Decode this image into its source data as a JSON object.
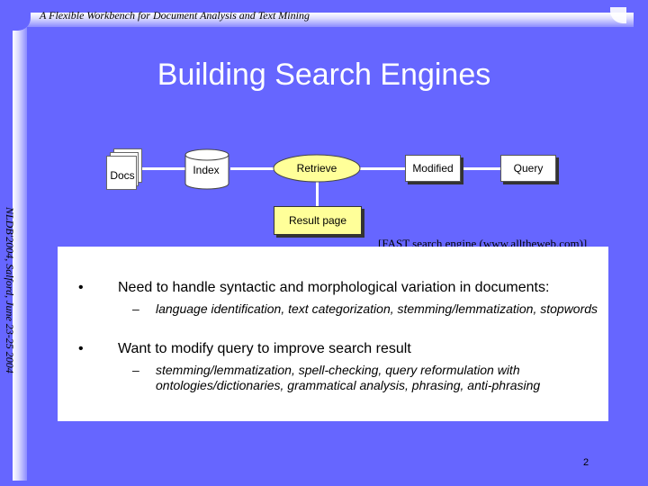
{
  "header": {
    "text": "A Flexible Workbench for Document Analysis and Text Mining"
  },
  "side": {
    "text": "NLDB'2004, Salford, June 23-25 2004"
  },
  "title": "Building Search Engines",
  "diagram": {
    "docs": "Docs",
    "index": "Index",
    "retrieve": "Retrieve",
    "modified": "Modified",
    "query": "Query",
    "result_page": "Result page",
    "caption": "[FAST search engine (www.alltheweb.com)]"
  },
  "bullets": [
    {
      "symbol": "•",
      "text": "Need to handle syntactic and morphological variation in documents:",
      "sub": {
        "dash": "–",
        "text": "language identification, text categorization, stemming/lemmatization, stopwords"
      }
    },
    {
      "symbol": "•",
      "text": "Want to modify query to improve search result",
      "sub": {
        "dash": "–",
        "text": "stemming/lemmatization, spell-checking, query reformulation with ontologies/dictionaries, grammatical analysis, phrasing, anti-phrasing"
      }
    }
  ],
  "page_number": "2",
  "colors": {
    "background": "#6666ff",
    "result_page": "#ffff99",
    "title": "#ffffff"
  }
}
